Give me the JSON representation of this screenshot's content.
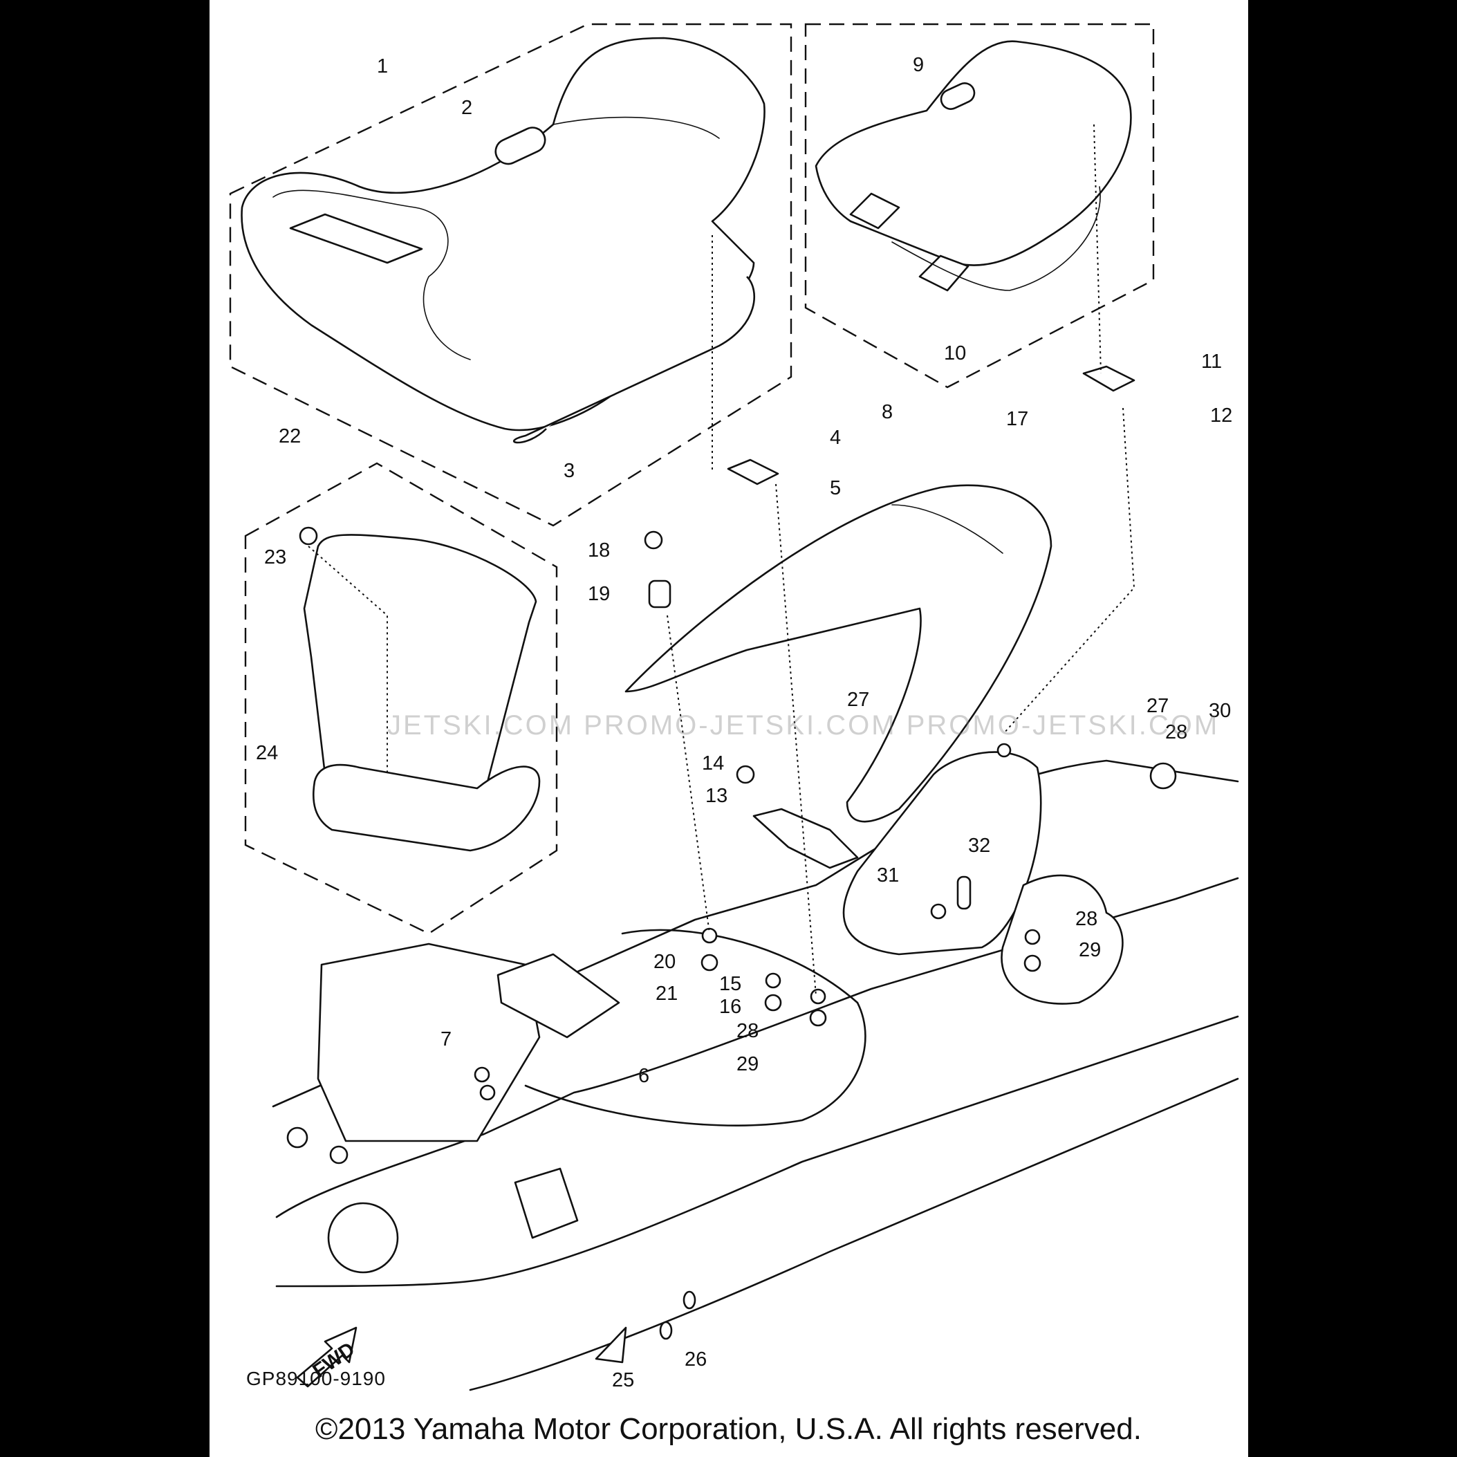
{
  "diagram": {
    "drawing_code": "GP89100-9190",
    "copyright": "©2013 Yamaha Motor Corporation, U.S.A. All rights reserved.",
    "watermark": "JETSKI.COM   PROMO-JETSKI.COM   PROMO-JETSKI.COM",
    "direction_arrow": "FWD",
    "callouts": [
      "1",
      "2",
      "3",
      "4",
      "5",
      "6",
      "7",
      "8",
      "9",
      "10",
      "11",
      "12",
      "13",
      "14",
      "15",
      "16",
      "17",
      "18",
      "19",
      "20",
      "21",
      "22",
      "23",
      "24",
      "25",
      "26",
      "27",
      "27",
      "28",
      "28",
      "28",
      "29",
      "29",
      "30",
      "31",
      "32"
    ]
  }
}
